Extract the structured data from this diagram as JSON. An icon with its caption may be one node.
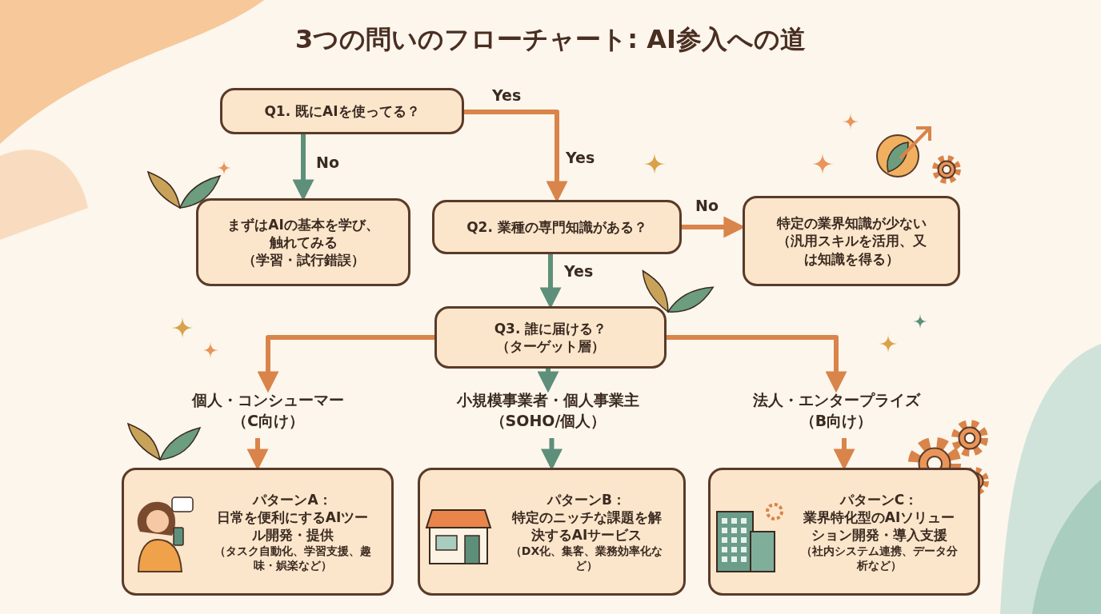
{
  "diagram": {
    "title": "3つの問いのフローチャート: AI参入への道",
    "nodes": [
      {
        "text": [
          "Q1. 既にAIを使ってる？"
        ]
      },
      {
        "text": [
          "まずはAIの基本を学び、触れてみる",
          "（学習・試行錯誤）"
        ]
      },
      {
        "text": [
          "Q2. 業種の専門知識がある？"
        ]
      },
      {
        "text": [
          "特定の業界知識が少ない",
          "（汎用スキルを活用、又は知識を得る）"
        ]
      },
      {
        "text": [
          "Q3. 誰に届ける？",
          "（ターゲット層）"
        ]
      },
      {
        "text": [
          "個人・コンシューマー",
          "（C向け）"
        ]
      },
      {
        "text": [
          "小規模事業者・個人事業主",
          "（SOHO/個人）"
        ]
      },
      {
        "text": [
          "法人・エンタープライズ",
          "（B向け）"
        ]
      },
      {
        "text": [
          "パターンA：",
          "日常を便利にするAIツール開発・提供",
          "（タスク自動化、学習支援、趣味・娯楽など）"
        ]
      },
      {
        "text": [
          "パターンB：",
          "特定のニッチな課題を解決するAIサービス",
          "（DX化、集客、業務効率化など）"
        ]
      },
      {
        "text": [
          "パターンC：",
          "業界特化型のAIソリューション開発・導入支援",
          "（社内システム連携、データ分析など）"
        ]
      }
    ],
    "edges": [
      {
        "from": 0,
        "to": 2,
        "arrow": "to",
        "label": "Yes"
      },
      {
        "from": 0,
        "to": 1,
        "arrow": "to",
        "label": "No",
        "color": "#5e8f7a"
      },
      {
        "from": 2,
        "to": 3,
        "arrow": "to",
        "label": "No"
      },
      {
        "from": 2,
        "to": 4,
        "arrow": "to",
        "label": "Yes",
        "color": "#5e8f7a"
      },
      {
        "from": 4,
        "to": 5,
        "arrow": "to"
      },
      {
        "from": 4,
        "to": 6,
        "arrow": "to",
        "color": "#5e8f7a"
      },
      {
        "from": 4,
        "to": 7,
        "arrow": "to"
      },
      {
        "from": 5,
        "to": 8,
        "arrow": "to"
      },
      {
        "from": 6,
        "to": 9,
        "arrow": "to",
        "color": "#5e8f7a"
      },
      {
        "from": 7,
        "to": 10,
        "arrow": "to"
      }
    ],
    "labels": [
      "Yes"
    ]
  }
}
